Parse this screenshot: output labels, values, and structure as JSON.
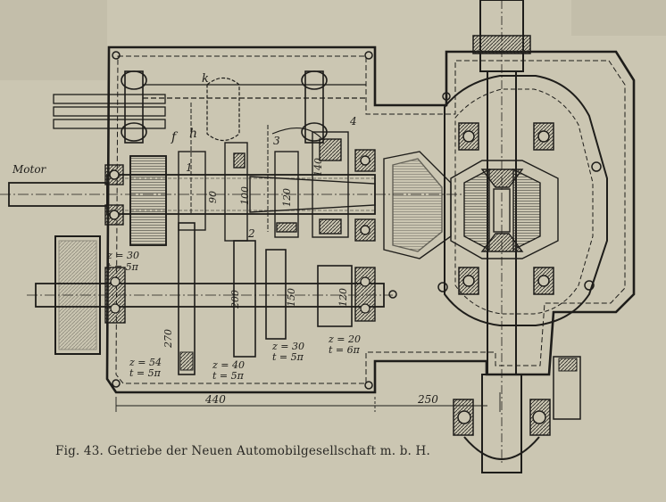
{
  "figure": {
    "caption": "Fig. 43.   Getriebe der Neuen Automobilgesellschaft m. b. H.",
    "labels": {
      "motor": "Motor",
      "f": "f",
      "h": "h",
      "k": "k",
      "gear_1": "1",
      "gear_2": "2",
      "gear_3": "3",
      "gear_4": "4",
      "z_30_a": "z = 30",
      "t_5pi_a": "t = 5π",
      "z_54": "z = 54",
      "t_5pi_b": "t = 5π",
      "z_40": "z = 40",
      "t_5pi_c": "t = 5π",
      "z_30_b": "z = 30",
      "t_5pi_d": "t = 5π",
      "z_20": "z = 20",
      "t_6pi": "t = 6π"
    },
    "dimensions": {
      "d_90": "90",
      "d_100": "100",
      "d_120_top": "120",
      "d_140": "140",
      "d_200": "200",
      "d_150": "150",
      "d_120_bot": "120",
      "d_270": "270",
      "d_440": "440",
      "d_250": "250"
    }
  }
}
